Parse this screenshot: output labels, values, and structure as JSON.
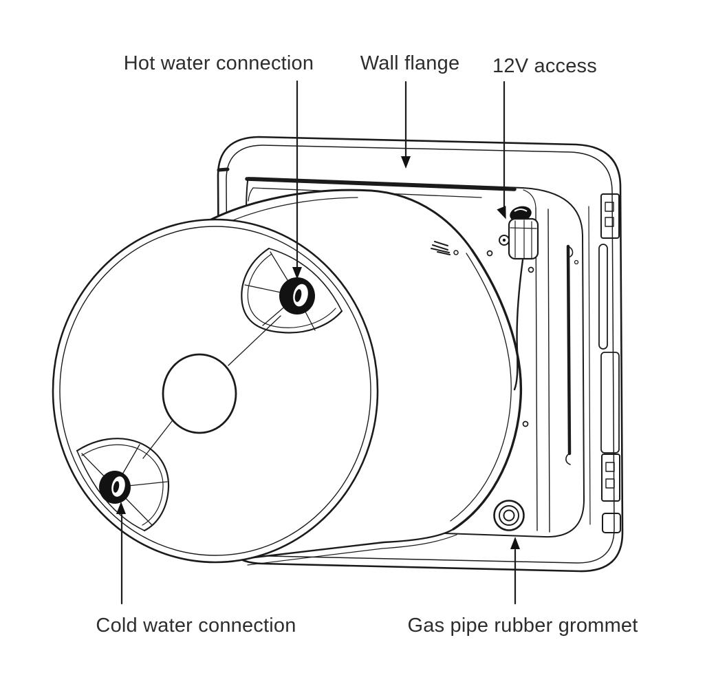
{
  "figure": {
    "type": "technical line drawing",
    "description": "Exploded rear view of a wall-mounted water heater: cylindrical tank in front of a square wall flange"
  },
  "labels": {
    "hot_water_connection": "Hot water connection",
    "wall_flange": "Wall flange",
    "twelve_v_access": "12V access",
    "cold_water_connection": "Cold water connection",
    "gas_pipe_rubber_grommet": "Gas pipe rubber grommet"
  },
  "colors": {
    "line": "#1b1b1b",
    "text": "#2d2d2d",
    "background": "#ffffff"
  }
}
